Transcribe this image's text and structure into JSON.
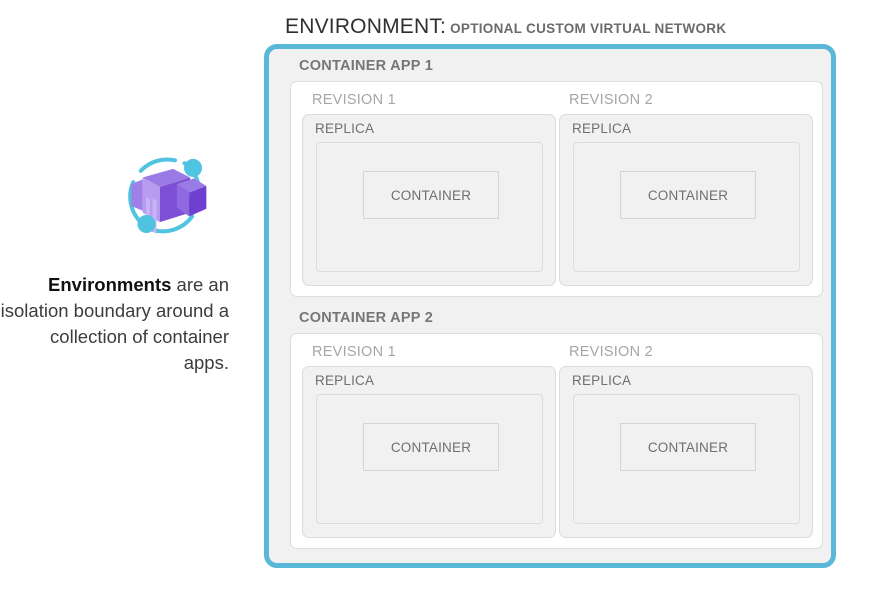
{
  "heading": {
    "title": "ENVIRONMENT:",
    "subtitle": "OPTIONAL CUSTOM VIRTUAL NETWORK"
  },
  "left_panel": {
    "icon_name": "azure-container-apps-icon",
    "caption": {
      "strong": "Environments",
      "rest": " are an isolation boundary around a collection of container apps."
    }
  },
  "colors": {
    "environment_border": "#5bb7d8",
    "environment_fill": "#f1f1f1",
    "app_body_fill": "#ffffff",
    "box_border": "#dcdcdc",
    "label_dark": "#767676",
    "label_light": "#a6a6a6",
    "icon_purple_light": "#a582ed",
    "icon_purple_mid": "#8661d6",
    "icon_purple_dark": "#6b2fbd",
    "icon_cyan": "#50c3e0"
  },
  "environment": {
    "container_apps": [
      {
        "label": "CONTAINER APP 1",
        "revisions": [
          {
            "label": "REVISION 1",
            "replica": {
              "label": "REPLICA",
              "container": {
                "label": "CONTAINER"
              }
            }
          },
          {
            "label": "REVISION 2",
            "replica": {
              "label": "REPLICA",
              "container": {
                "label": "CONTAINER"
              }
            }
          }
        ]
      },
      {
        "label": "CONTAINER APP 2",
        "revisions": [
          {
            "label": "REVISION 1",
            "replica": {
              "label": "REPLICA",
              "container": {
                "label": "CONTAINER"
              }
            }
          },
          {
            "label": "REVISION 2",
            "replica": {
              "label": "REPLICA",
              "container": {
                "label": "CONTAINER"
              }
            }
          }
        ]
      }
    ]
  }
}
